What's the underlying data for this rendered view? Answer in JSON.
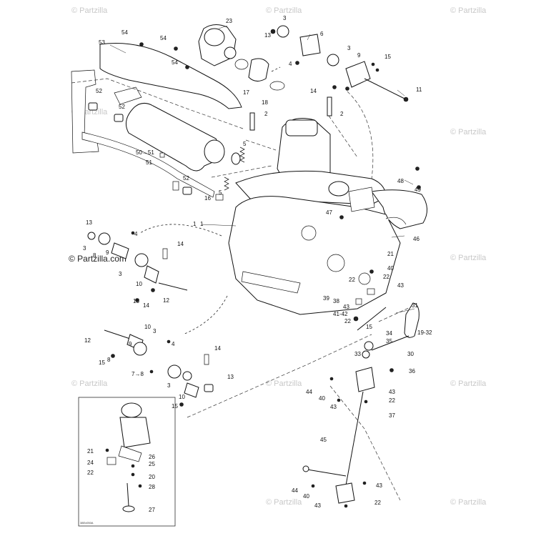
{
  "watermark": {
    "brand": "© Partzilla",
    "inline_brand": "© Partzilla.com"
  },
  "reference_code": "38Ex050A",
  "colors": {
    "ink": "#111111",
    "watermark": "#c8c8c8",
    "background": "#ffffff"
  },
  "callouts": [
    "1",
    "2",
    "3",
    "4",
    "5",
    "6",
    "7",
    "8",
    "9",
    "10",
    "11",
    "12",
    "13",
    "14",
    "15",
    "16",
    "17",
    "18",
    "19",
    "20",
    "21",
    "22",
    "23",
    "24",
    "25",
    "26",
    "27",
    "28",
    "29",
    "30",
    "31",
    "32",
    "33",
    "34",
    "35",
    "36",
    "37",
    "38",
    "39",
    "40",
    "41",
    "42",
    "43",
    "44",
    "45",
    "46",
    "47",
    "48",
    "49",
    "50",
    "51",
    "52",
    "53",
    "54"
  ],
  "combined_callouts": {
    "c50_51": "50→51",
    "c7_8": "7→8",
    "c41_42": "41-42",
    "c19_32": "19-32"
  }
}
